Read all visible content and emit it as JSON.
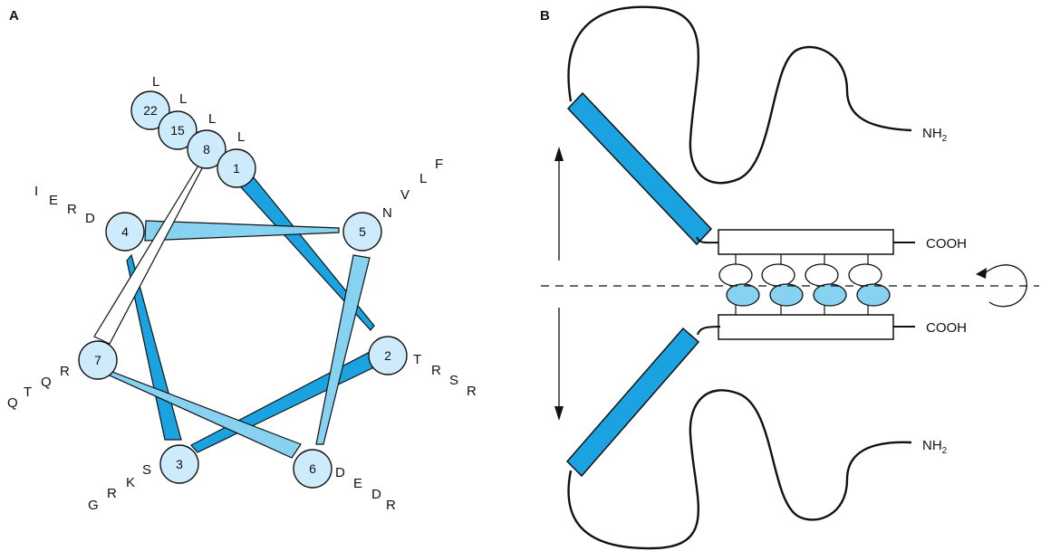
{
  "panel_a": {
    "label": "A",
    "positions": [
      {
        "number": "22",
        "residues": [
          "L"
        ]
      },
      {
        "number": "15",
        "residues": [
          "L"
        ]
      },
      {
        "number": "8",
        "residues": [
          "L"
        ]
      },
      {
        "number": "1",
        "residues": [
          "L"
        ]
      },
      {
        "number": "5",
        "residues": [
          "N",
          "V",
          "L",
          "F"
        ]
      },
      {
        "number": "2",
        "residues": [
          "T",
          "R",
          "S",
          "R"
        ]
      },
      {
        "number": "6",
        "residues": [
          "D",
          "E",
          "D",
          "R"
        ]
      },
      {
        "number": "3",
        "residues": [
          "S",
          "K",
          "R",
          "G"
        ]
      },
      {
        "number": "7",
        "residues": [
          "R",
          "Q",
          "T",
          "Q"
        ]
      },
      {
        "number": "4",
        "residues": [
          "D",
          "R",
          "E",
          "I"
        ]
      }
    ]
  },
  "panel_b": {
    "label": "B",
    "top_amino_terminus": "NH",
    "top_amino_subscript": "2",
    "top_carboxy_terminus": "COOH",
    "bottom_carboxy_terminus": "COOH",
    "bottom_amino_terminus": "NH",
    "bottom_amino_subscript": "2"
  },
  "colors": {
    "residue_fill": "#cdebfa",
    "wedge_dark": "#1aa3e0",
    "wedge_light": "#86d2f0",
    "helix_rod": "#1aa3e0",
    "outline": "#111111"
  }
}
